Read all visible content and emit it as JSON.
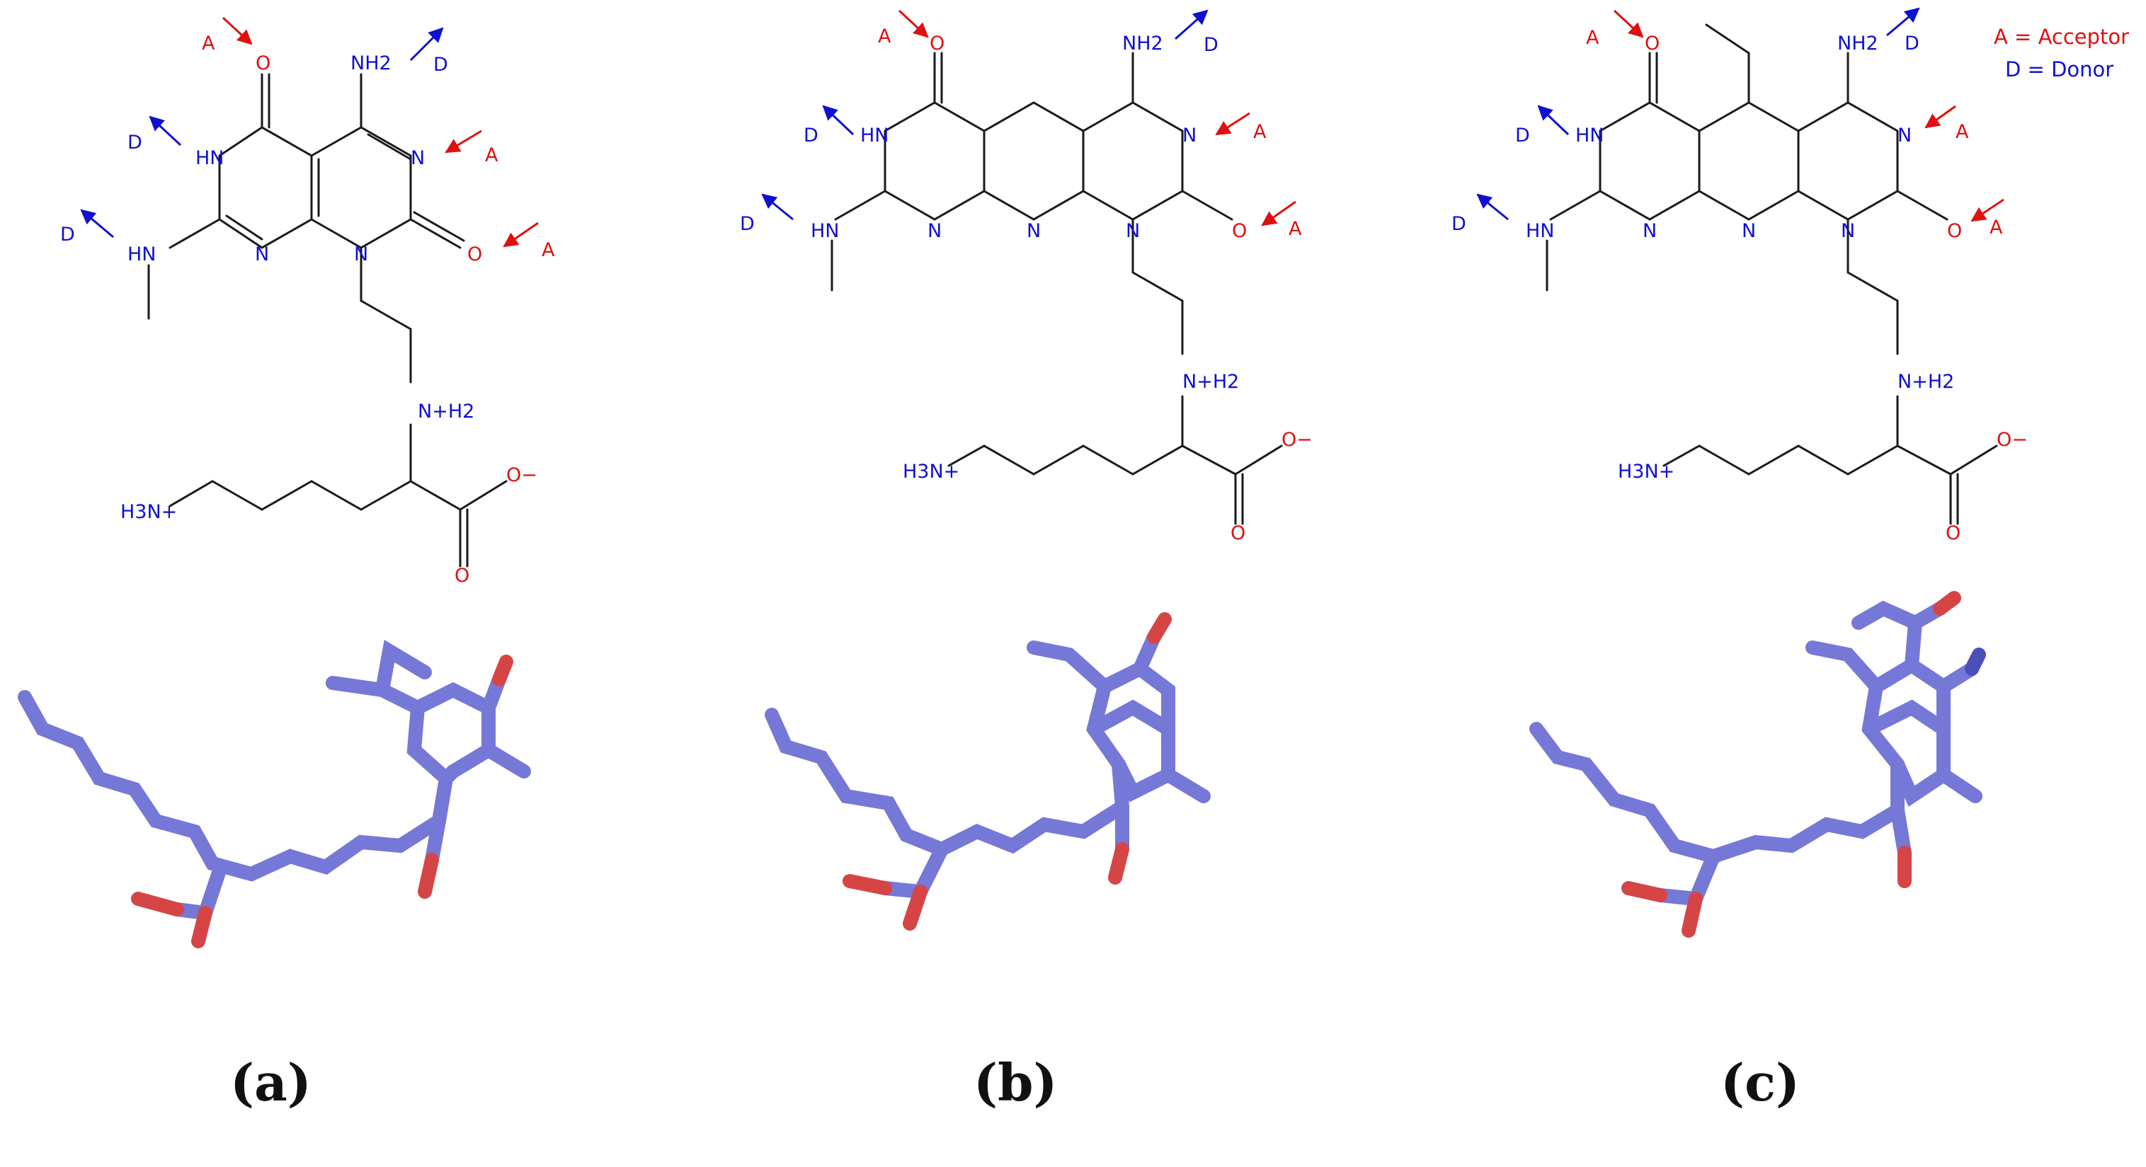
{
  "legend": {
    "acceptor": "A = Acceptor",
    "donor": "D = Donor"
  },
  "markers": {
    "acceptor": "A",
    "donor": "D"
  },
  "atoms": {
    "nh2": "NH2",
    "n": "N",
    "hn": "HN",
    "o": "O",
    "nh": "HN",
    "nplus": "N+H2",
    "h3n": "H3N+",
    "ominus": "O−"
  },
  "panels": [
    {
      "label": "(a)"
    },
    {
      "label": "(b)"
    },
    {
      "label": "(c)"
    }
  ],
  "colors": {
    "acceptor": "#e01010",
    "donor": "#1010d0",
    "carbon_stick": "#7578d6",
    "oxygen_stick": "#d64545",
    "bond": "#1a1a1a"
  }
}
